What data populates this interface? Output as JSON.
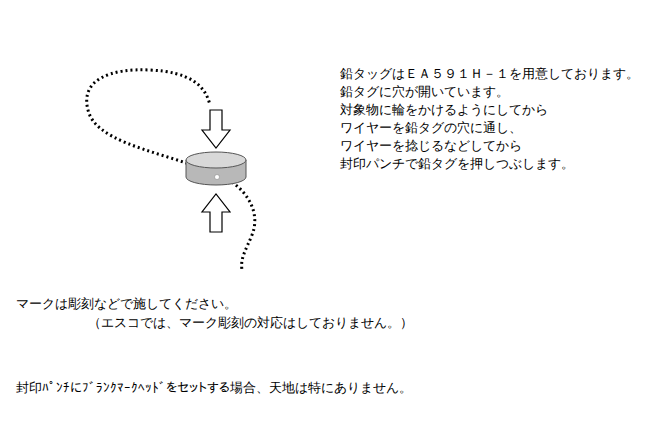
{
  "diagram": {
    "labels": [
      "鉛タッグはＥＡ５９１Ｈ－１を用意しております。",
      "鉛タグに穴が開いています。",
      "対象物に輪をかけるようにしてから",
      "ワイヤーを鉛タグの穴に通し、",
      "ワイヤーを捻じるなどしてから",
      "封印パンチで鉛タグを押しつぶします。",
      "マークは彫刻などで施してください。",
      "（エスコでは、マーク彫刻の対応はしておりません。）",
      "封印ﾊﾟﾝﾁにﾌﾞﾗﾝｸﾏｰｸﾍｯﾄﾞをセットする場合、天地は特にありません。"
    ]
  }
}
